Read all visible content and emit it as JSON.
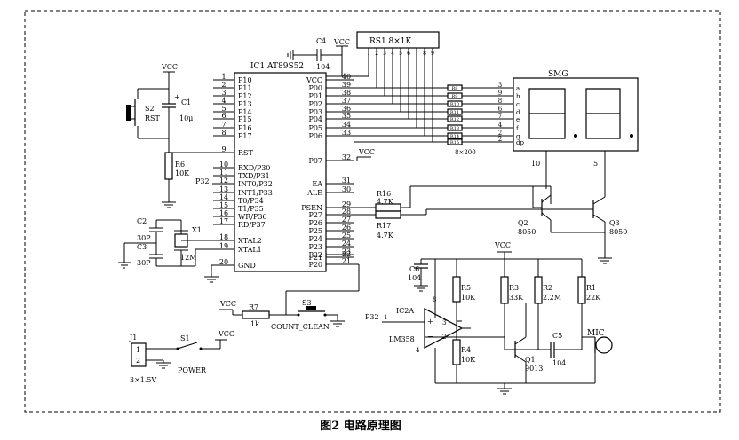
{
  "figure": {
    "caption": "图2 电路原理图"
  },
  "ic1": {
    "name": "IC1 AT89S52",
    "left_pins": [
      {
        "num": "1",
        "name": "P10"
      },
      {
        "num": "2",
        "name": "P11"
      },
      {
        "num": "3",
        "name": "P12"
      },
      {
        "num": "4",
        "name": "P13"
      },
      {
        "num": "5",
        "name": "P14"
      },
      {
        "num": "6",
        "name": "P15"
      },
      {
        "num": "7",
        "name": "P16"
      },
      {
        "num": "8",
        "name": "P17"
      },
      {
        "num": "9",
        "name": "RST"
      },
      {
        "num": "10",
        "name": "RXD/P30"
      },
      {
        "num": "11",
        "name": "TXD/P31"
      },
      {
        "num": "12",
        "name": "INT0/P32"
      },
      {
        "num": "13",
        "name": "INT1/P33"
      },
      {
        "num": "14",
        "name": "T0/P34"
      },
      {
        "num": "15",
        "name": "T1/P35"
      },
      {
        "num": "16",
        "name": "WR/P36"
      },
      {
        "num": "17",
        "name": "RD/P37"
      },
      {
        "num": "18",
        "name": "XTAL2"
      },
      {
        "num": "19",
        "name": "XTAL1"
      },
      {
        "num": "20",
        "name": "GND"
      }
    ],
    "right_pins": [
      {
        "num": "40",
        "name": "VCC"
      },
      {
        "num": "39",
        "name": "P00"
      },
      {
        "num": "38",
        "name": "P01"
      },
      {
        "num": "37",
        "name": "P02"
      },
      {
        "num": "36",
        "name": "P03"
      },
      {
        "num": "35",
        "name": "P04"
      },
      {
        "num": "34",
        "name": "P05"
      },
      {
        "num": "33",
        "name": "P06"
      },
      {
        "num": "32",
        "name": "P07"
      },
      {
        "num": "31",
        "name": "EA"
      },
      {
        "num": "30",
        "name": "ALE"
      },
      {
        "num": "29",
        "name": "PSEN"
      },
      {
        "num": "28",
        "name": "P27"
      },
      {
        "num": "27",
        "name": "P26"
      },
      {
        "num": "26",
        "name": "P25"
      },
      {
        "num": "25",
        "name": "P24"
      },
      {
        "num": "24",
        "name": "P23"
      },
      {
        "num": "23",
        "name": "P22"
      },
      {
        "num": "22",
        "name": "P21"
      },
      {
        "num": "21",
        "name": "P20"
      }
    ]
  },
  "rs1": {
    "label": "RS1 8×1K",
    "pins": [
      "1",
      "2",
      "3",
      "4",
      "5",
      "6",
      "7",
      "8",
      "9"
    ]
  },
  "c4": {
    "name": "C4",
    "value": "104"
  },
  "reset": {
    "s2_name": "S2",
    "s2_label": "RST",
    "c1_name": "C1",
    "c1_value": "10μ",
    "c1_pol": "+",
    "r6_name": "R6",
    "r6_value": "10K"
  },
  "crystal": {
    "c2_name": "C2",
    "c2_value": "30P",
    "c3_name": "C3",
    "c3_value": "30P",
    "x1_name": "X1",
    "x1_value": "12M"
  },
  "p32_label": "P32",
  "ea_vcc": "VCC",
  "vcc": "VCC",
  "resistor_array": {
    "labels": [
      "R8",
      "R9",
      "R10",
      "R11",
      "R12",
      "R13",
      "R14",
      "R15"
    ],
    "note": "8×200",
    "pin_nums": [
      "3",
      "9",
      "8",
      "6",
      "7",
      "4",
      "2",
      "2"
    ]
  },
  "smg": {
    "name": "SMG",
    "segments": [
      "a",
      "b",
      "c",
      "d",
      "e",
      "f",
      "g",
      "dp"
    ],
    "pin10": "10",
    "pin5": "5"
  },
  "driver": {
    "r16_name": "R16",
    "r16_value": "4.7K",
    "r17_name": "R17",
    "r17_value": "4.7K",
    "q2_name": "Q2",
    "q2_value": "8050",
    "q3_name": "Q3",
    "q3_value": "8050"
  },
  "clear": {
    "r7_name": "R7",
    "r7_value": "1k",
    "s3_name": "S3",
    "label": "COUNT_CLEAN"
  },
  "power": {
    "j1_name": "J1",
    "j1_pins": [
      "1",
      "2"
    ],
    "s1_name": "S1",
    "label": "POWER",
    "battery": "3×1.5V"
  },
  "amp": {
    "c6_name": "C6",
    "c6_value": "104",
    "ic_name": "IC2A",
    "ic_value": "LM358",
    "pin8": "8",
    "pin4": "4",
    "pin3": "3",
    "pin2": "2",
    "pin1": "1",
    "p32_out": "P32",
    "r5_name": "R5",
    "r5_value": "10K",
    "r4_name": "R4",
    "r4_value": "10K",
    "r3_name": "R3",
    "r3_value": "33K",
    "r2_name": "R2",
    "r2_value": "2.2M",
    "r1_name": "R1",
    "r1_value": "22K",
    "c5_name": "C5",
    "c5_value": "104",
    "q1_name": "Q1",
    "q1_value": "9013",
    "mic": "MIC"
  }
}
